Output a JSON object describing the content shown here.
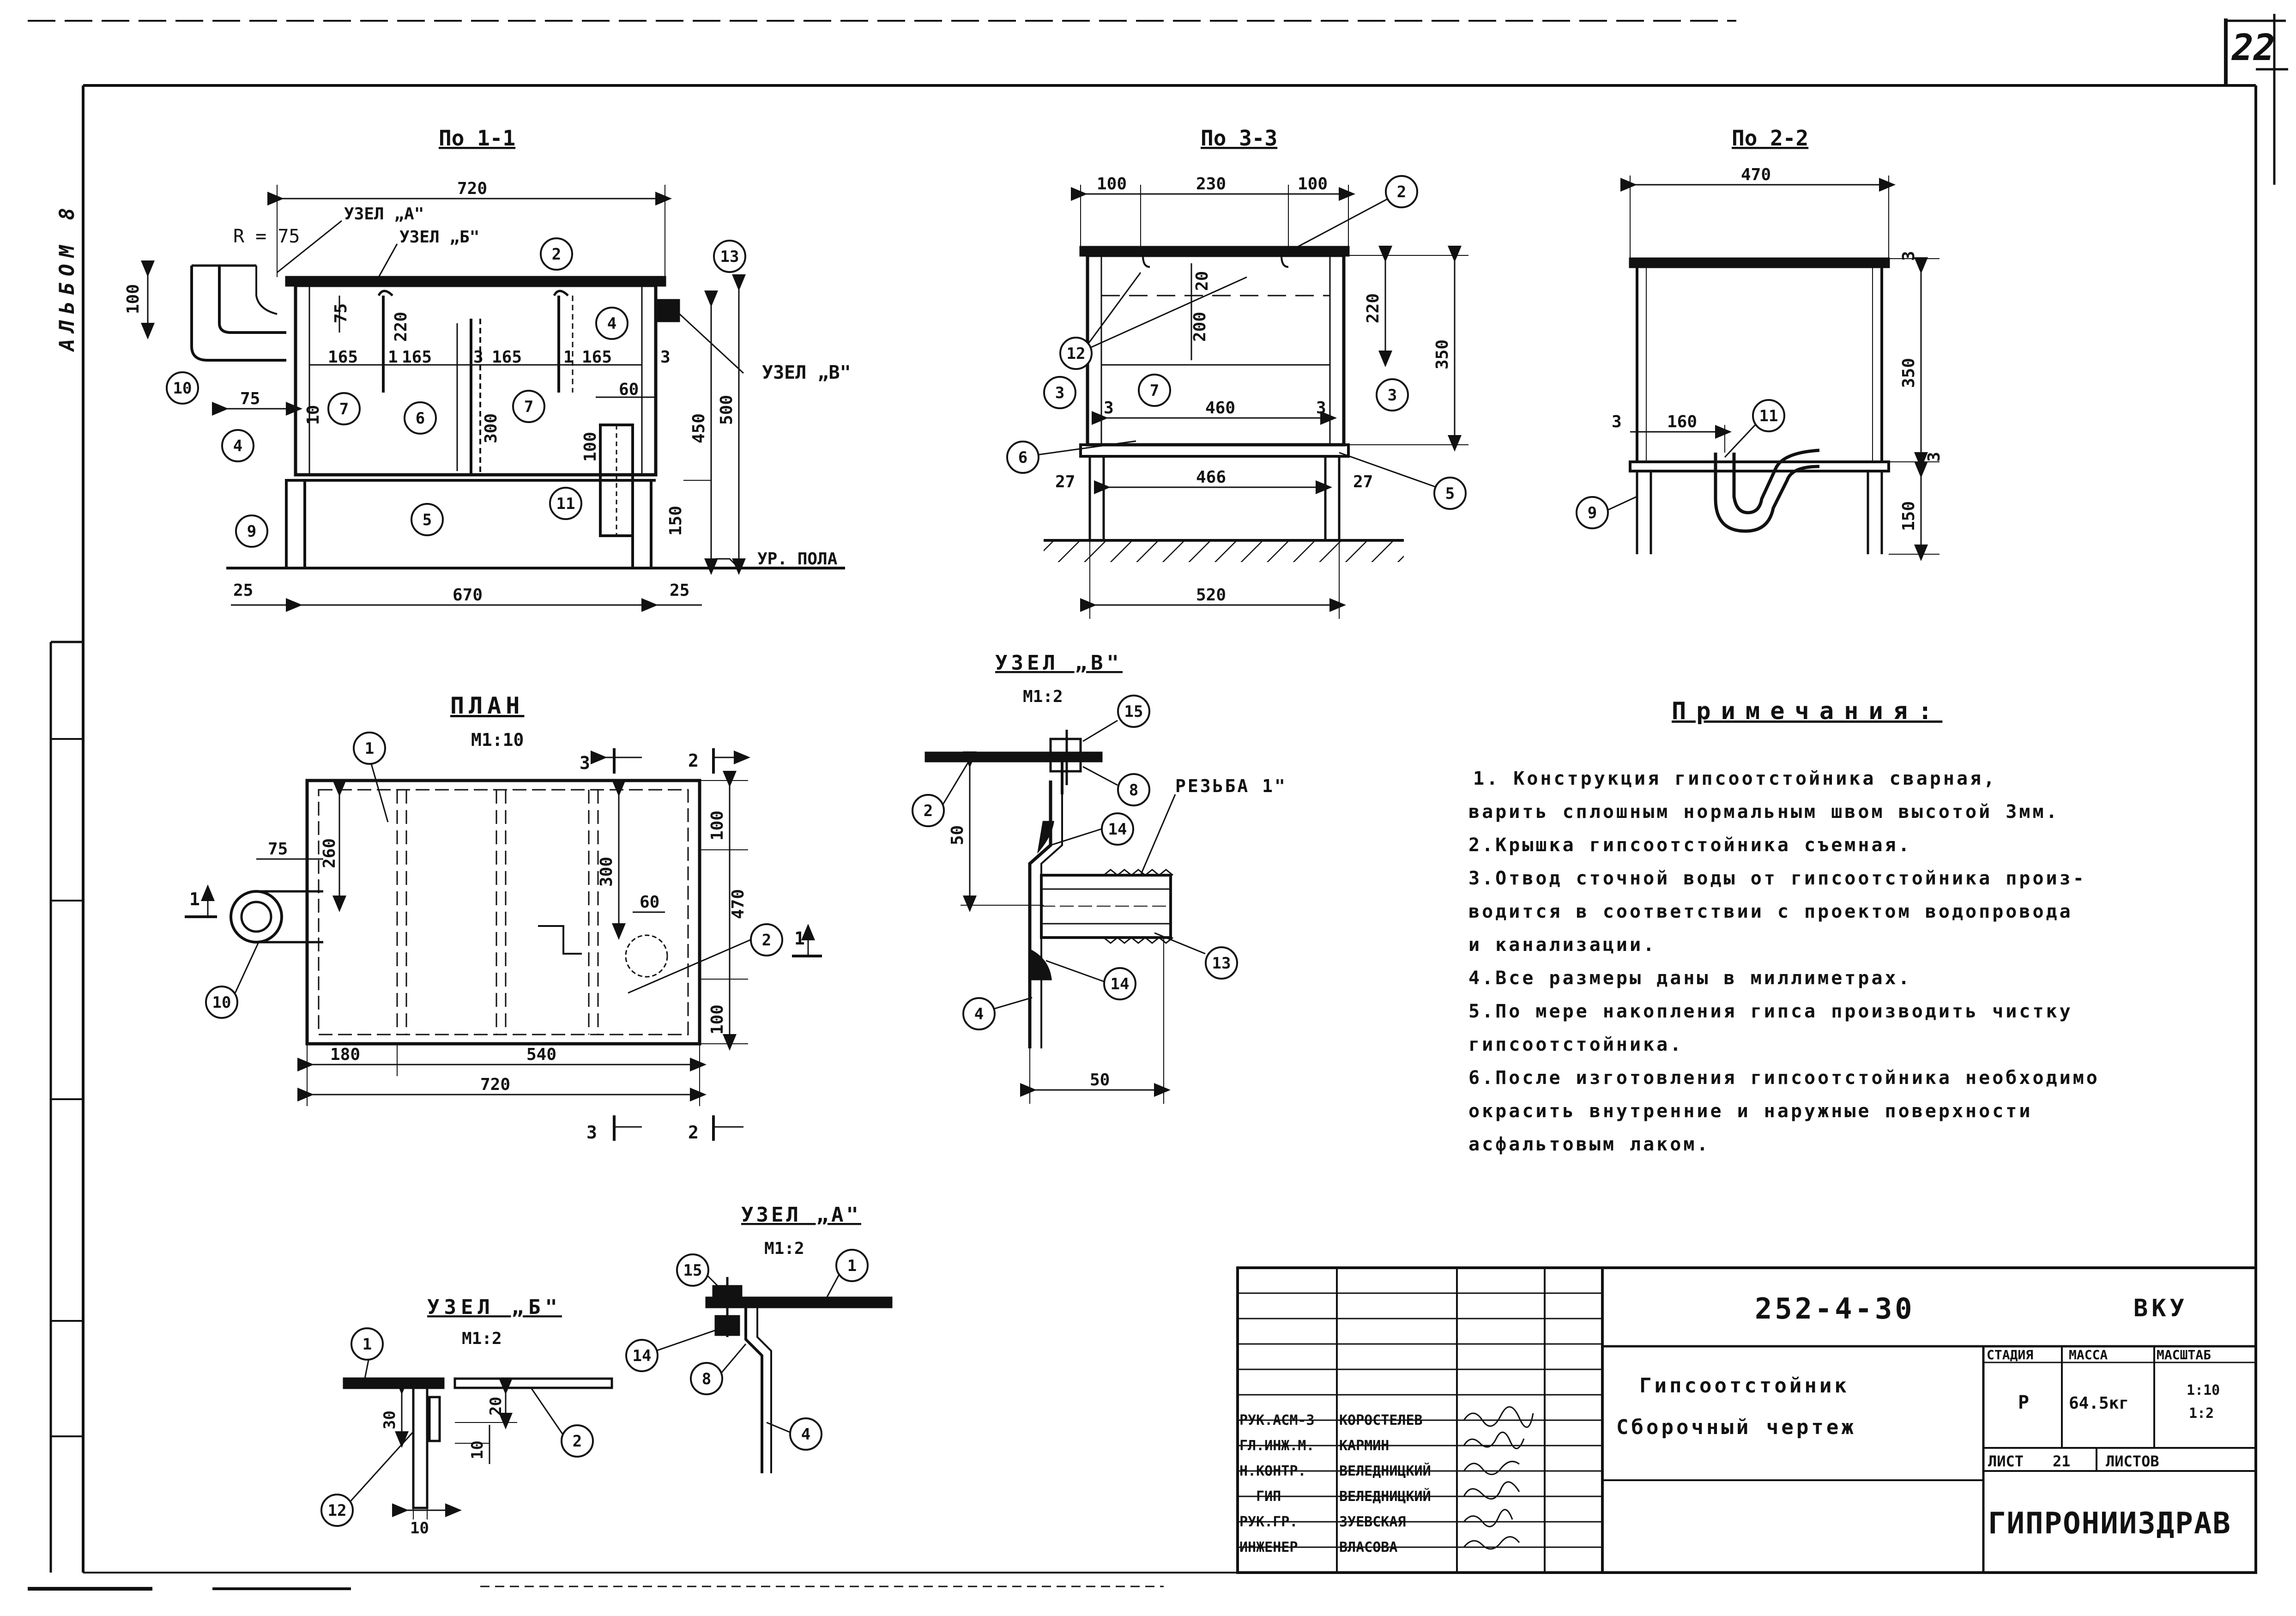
{
  "sheet": {
    "number": "22",
    "album_label": "АЛЬБОМ 8"
  },
  "views": {
    "section11": {
      "title": "По 1-1",
      "callouts": {
        "node_a": "УЗЕЛ „А\"",
        "node_b": "УЗЕЛ „Б\"",
        "node_v": "УЗЕЛ „В\"",
        "floor": "УР. ПОЛА",
        "radius": "R = 75"
      },
      "dims": {
        "w720": "720",
        "h100": "100",
        "d75a": "75",
        "d220": "220",
        "d165a": "165",
        "d165b": "165",
        "d165c": "165",
        "d165d": "165",
        "d1a": "1",
        "d1b": "1",
        "d3a": "3",
        "d3b": "3",
        "d75b": "75",
        "d10": "10",
        "d300": "300",
        "d60": "60",
        "d100b": "100",
        "d450": "450",
        "d500": "500",
        "d150": "150",
        "d25a": "25",
        "d670": "670",
        "d25b": "25"
      },
      "marks": [
        "10",
        "4",
        "9",
        "7",
        "6",
        "7",
        "5",
        "11",
        "4",
        "13",
        "2"
      ]
    },
    "section33": {
      "title": "По 3-3",
      "dims": {
        "d100a": "100",
        "d230": "230",
        "d100b": "100",
        "d20": "20",
        "d200": "200",
        "d220": "220",
        "d350": "350",
        "d3a": "3",
        "d460": "460",
        "d3b": "3",
        "d27a": "27",
        "d466": "466",
        "d27b": "27",
        "d520": "520"
      },
      "marks": [
        "2",
        "12",
        "7",
        "3",
        "3",
        "6",
        "5"
      ]
    },
    "section22": {
      "title": "По 2-2",
      "dims": {
        "d470": "470",
        "d3a": "3",
        "d350": "350",
        "d3b": "3",
        "d160": "160",
        "d3c": "3",
        "d150": "150"
      },
      "marks": [
        "11",
        "9"
      ]
    },
    "plan": {
      "title": "ПЛАН",
      "scale": "М1:10",
      "cut_labels": {
        "c3t": "3",
        "c2t": "2",
        "c3b": "3",
        "c2b": "2",
        "c1l": "1",
        "c1r": "1"
      },
      "dims": {
        "d75": "75",
        "d260": "260",
        "d300": "300",
        "d60": "60",
        "d100a": "100",
        "d470": "470",
        "d100b": "100",
        "d180": "180",
        "d540": "540",
        "d720": "720"
      },
      "marks": [
        "1",
        "10",
        "2"
      ]
    },
    "node_v": {
      "title": "УЗЕЛ „В\"",
      "scale": "М1:2",
      "thread": "РЕЗЬБА 1\"",
      "dims": {
        "d50a": "50",
        "d50b": "50"
      },
      "marks": [
        "15",
        "8",
        "2",
        "14",
        "13",
        "14",
        "4"
      ]
    },
    "node_a": {
      "title": "УЗЕЛ „А\"",
      "scale": "М1:2",
      "marks": [
        "15",
        "1",
        "14",
        "8",
        "4"
      ]
    },
    "node_b": {
      "title": "УЗЕЛ „Б\"",
      "scale": "М1:2",
      "dims": {
        "d30": "30",
        "d20": "20",
        "d10a": "10",
        "d10b": "10"
      },
      "marks": [
        "1",
        "2",
        "12"
      ]
    }
  },
  "notes": {
    "title": "Примечания:",
    "lines": [
      "1. Конструкция гипсоотстойника сварная,",
      "варить сплошным нормальным швом высотой 3мм.",
      "2.Крышка гипсоотстойника съемная.",
      "3.Отвод сточной воды от гипсоотстойника произ-",
      "водится в соответствии с проектом водопровода",
      "и канализации.",
      "4.Все размеры даны в миллиметрах.",
      "5.По мере накопления гипса производить чистку",
      "гипсоотстойника.",
      "6.После изготовления гипсоотстойника необходимо",
      "окрасить внутренние и наружные поверхности",
      "асфальтовым лаком."
    ]
  },
  "title_block": {
    "code": "252-4-30",
    "section": "ВКУ",
    "name_line1": "Гипсоотстойник",
    "name_line2": "Сборочный чертеж",
    "stage_header": "СТАДИЯ",
    "mass_header": "МАССА",
    "scale_header": "МАСШТАБ",
    "stage": "Р",
    "mass": "64.5кг",
    "scale1": "1:10",
    "scale2": "1:2",
    "sheet_label": "ЛИСТ",
    "sheet_no": "21",
    "sheets_label": "ЛИСТОВ",
    "org": "ГИПРОНИИЗДРАВ",
    "people": [
      {
        "role": "РУК.АСМ-3",
        "name": "КОРОСТЕЛЕВ"
      },
      {
        "role": "ГЛ.ИНЖ.М.",
        "name": "КАРМИН"
      },
      {
        "role": "Н.КОНТР.",
        "name": "ВЕЛЕДНИЦКИЙ"
      },
      {
        "role": "ГИП",
        "name": "ВЕЛЕДНИЦКИЙ"
      },
      {
        "role": "РУК.ГР.",
        "name": "ЗУЕВСКАЯ"
      },
      {
        "role": "ИНЖЕНЕР",
        "name": "ВЛАСОВА"
      }
    ]
  }
}
